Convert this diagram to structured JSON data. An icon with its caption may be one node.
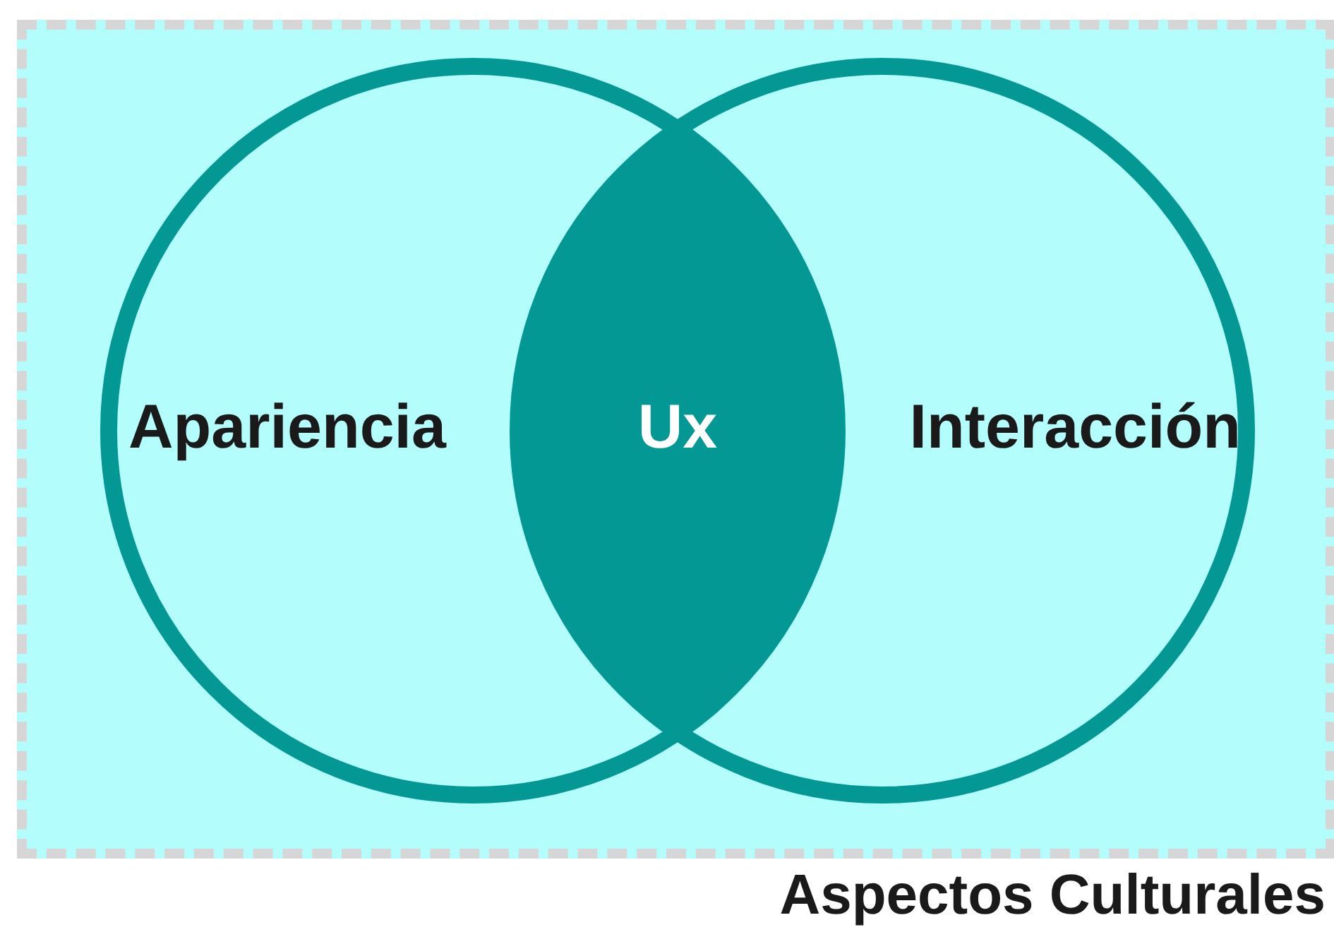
{
  "diagram": {
    "nodes": [
      {
        "text": [
          "Aspectos Culturales"
        ]
      },
      {
        "text": [
          "Apariencia"
        ],
        "in": 0
      },
      {
        "text": [
          "Interacción"
        ],
        "in": 0
      },
      {
        "text": [
          "Ux"
        ]
      }
    ]
  }
}
